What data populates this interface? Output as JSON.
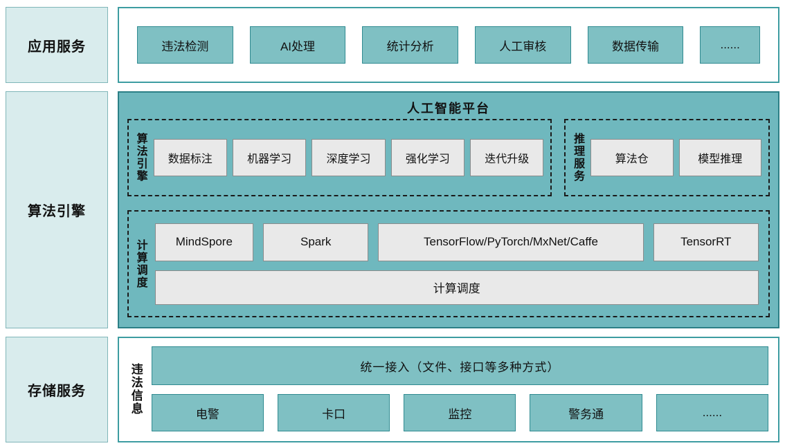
{
  "colors": {
    "pale_teal": "#d9eced",
    "item_teal": "#7fc0c3",
    "platform_teal": "#6fb8be",
    "gray_box": "#e9e9e9",
    "teal_border": "#2f8a90",
    "panel_border": "#3d9ca1",
    "dashed_border": "#1a1a1a"
  },
  "app_row": {
    "label": "应用服务",
    "items": [
      "违法检测",
      "AI处理",
      "统计分析",
      "人工审核",
      "数据传输",
      "......"
    ]
  },
  "engine_row": {
    "label": "算法引擎",
    "platform_title": "人工智能平台",
    "algo_group": {
      "label": "算法引擎",
      "items": [
        "数据标注",
        "机器学习",
        "深度学习",
        "强化学习",
        "迭代升级"
      ]
    },
    "inference_group": {
      "label": "推理服务",
      "items": [
        "算法仓",
        "模型推理"
      ]
    },
    "compute_group": {
      "label": "计算调度",
      "items": [
        "MindSpore",
        "Spark",
        "TensorFlow/PyTorch/MxNet/Caffe",
        "TensorRT"
      ],
      "scheduler": "计算调度"
    }
  },
  "storage_row": {
    "label": "存储服务",
    "group_label": "违法信息",
    "access_bar": "统一接入（文件、接口等多种方式）",
    "items": [
      "电警",
      "卡口",
      "监控",
      "警务通",
      "......"
    ]
  }
}
